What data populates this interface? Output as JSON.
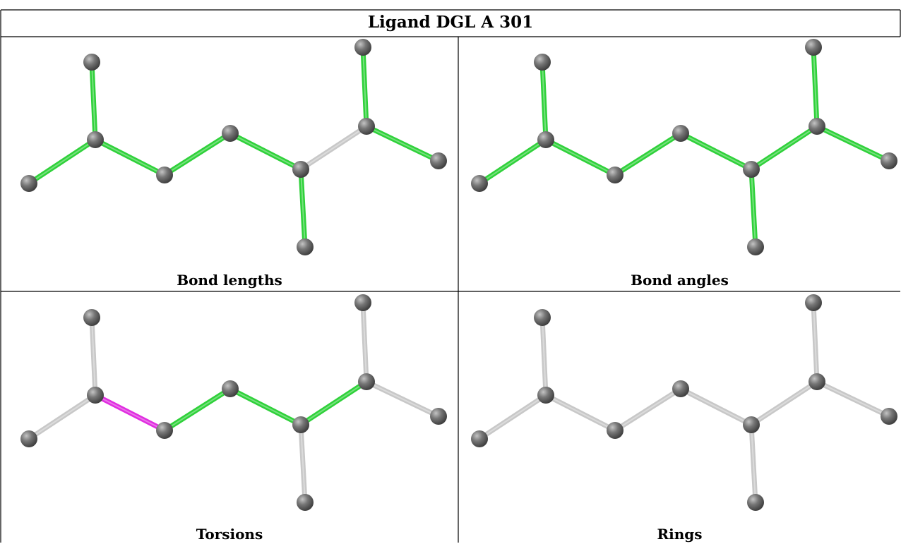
{
  "title": "Ligand DGL A 301",
  "colors": {
    "pass": "#2fd13a",
    "outlier": "#e02ee0",
    "neutral": "#c8c8c8",
    "atom": "#777777",
    "grid": "#000000"
  },
  "panels": [
    {
      "caption": "Bond lengths",
      "bond_status": [
        "pass",
        "pass",
        "pass",
        "pass",
        "pass",
        "neutral",
        "pass",
        "pass",
        "pass"
      ]
    },
    {
      "caption": "Bond angles",
      "bond_status": [
        "pass",
        "pass",
        "pass",
        "pass",
        "pass",
        "pass",
        "pass",
        "pass",
        "pass"
      ]
    },
    {
      "caption": "Torsions",
      "bond_status": [
        "neutral",
        "neutral",
        "outlier",
        "pass",
        "pass",
        "pass",
        "neutral",
        "neutral",
        "neutral"
      ]
    },
    {
      "caption": "Rings",
      "bond_status": [
        "neutral",
        "neutral",
        "neutral",
        "neutral",
        "neutral",
        "neutral",
        "neutral",
        "neutral",
        "neutral"
      ]
    }
  ]
}
